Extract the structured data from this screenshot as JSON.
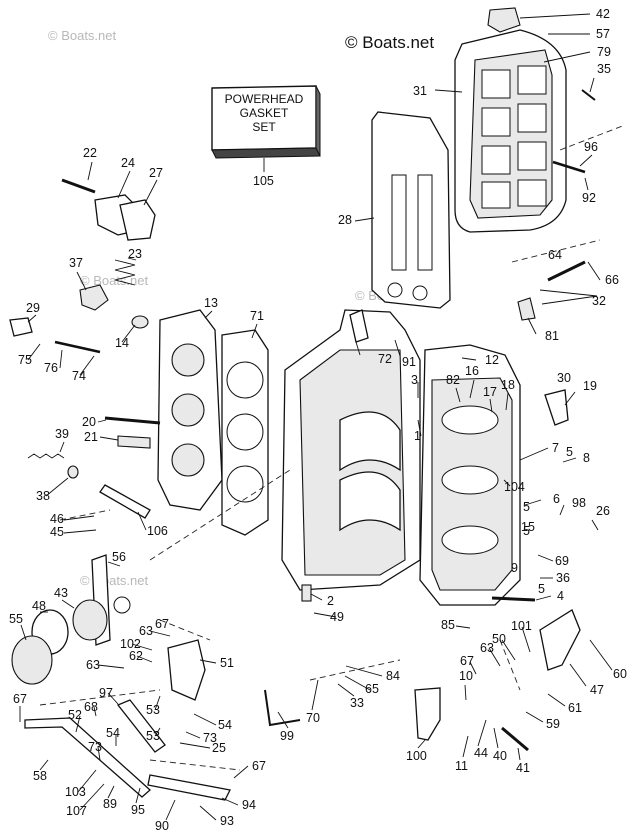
{
  "copyright": "© Boats.net",
  "watermark": "© Boats.net",
  "gasket_set": {
    "lines": [
      "POWERHEAD",
      "GASKET",
      "SET"
    ],
    "number": "105"
  },
  "callouts": [
    "1",
    "2",
    "3",
    "4",
    "5",
    "5",
    "5",
    "5",
    "6",
    "7",
    "8",
    "9",
    "10",
    "11",
    "12",
    "13",
    "14",
    "15",
    "16",
    "17",
    "18",
    "19",
    "20",
    "21",
    "22",
    "23",
    "24",
    "25",
    "26",
    "27",
    "28",
    "29",
    "30",
    "31",
    "32",
    "33",
    "35",
    "36",
    "37",
    "38",
    "39",
    "40",
    "41",
    "42",
    "43",
    "44",
    "45",
    "46",
    "47",
    "48",
    "49",
    "50",
    "51",
    "52",
    "53",
    "53",
    "54",
    "54",
    "55",
    "56",
    "57",
    "58",
    "59",
    "60",
    "61",
    "62",
    "63",
    "63",
    "63",
    "64",
    "65",
    "66",
    "67",
    "67",
    "67",
    "67",
    "68",
    "69",
    "70",
    "71",
    "72",
    "73",
    "73",
    "74",
    "75",
    "76",
    "79",
    "81",
    "82",
    "84",
    "85",
    "89",
    "90",
    "91",
    "92",
    "93",
    "94",
    "95",
    "96",
    "97",
    "98",
    "99",
    "100",
    "101",
    "102",
    "103",
    "104",
    "106",
    "107"
  ]
}
